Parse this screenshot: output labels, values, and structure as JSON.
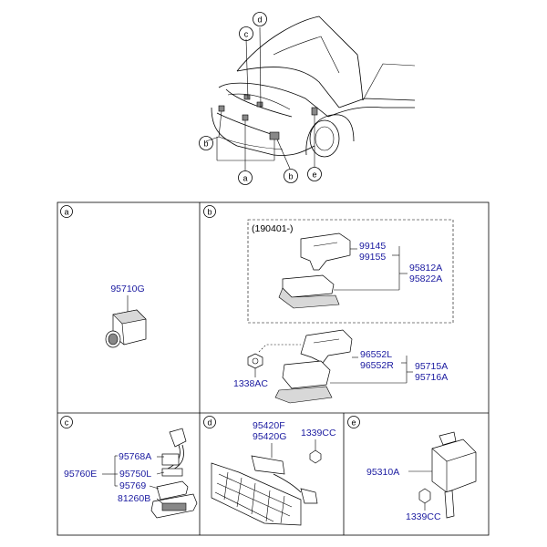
{
  "overview": {
    "callouts": {
      "a": "a",
      "b_left": "b",
      "b_right": "b",
      "c": "c",
      "d": "d",
      "e": "e"
    }
  },
  "panels": {
    "a": {
      "label": "a",
      "parts": {
        "sensor": "95710G"
      }
    },
    "b": {
      "label": "b",
      "variant_date": "(190401-)",
      "parts": {
        "bracket_1": "99145",
        "bracket_2": "99155",
        "unit_new_1": "95812A",
        "unit_new_2": "95822A",
        "bracket_3": "96552L",
        "bracket_4": "96552R",
        "unit_1": "95715A",
        "unit_2": "95716A",
        "bolt": "1338AC"
      }
    },
    "c": {
      "label": "c",
      "parts": {
        "p1": "95768A",
        "assy": "95760E",
        "p2": "95750L",
        "p3": "95769",
        "p4": "81260B"
      }
    },
    "d": {
      "label": "d",
      "parts": {
        "p1": "95420F",
        "p2": "95420G",
        "screw": "1339CC"
      }
    },
    "e": {
      "label": "e",
      "parts": {
        "unit": "95310A",
        "screw": "1339CC"
      }
    }
  }
}
